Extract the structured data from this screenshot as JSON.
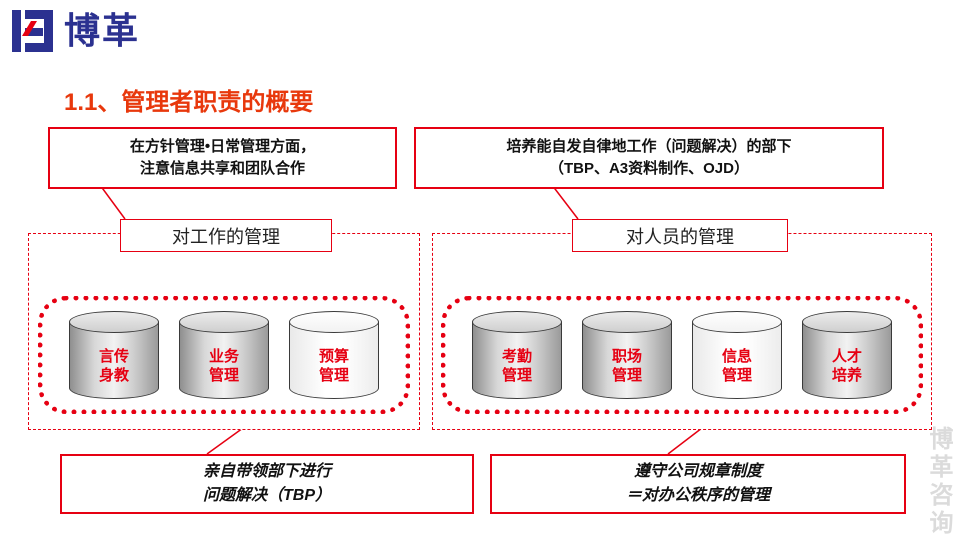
{
  "colors": {
    "red": "#e60012",
    "title": "#e8380c",
    "logo_blue": "#2b3190"
  },
  "logo": {
    "text": "博革"
  },
  "title": "1.1、管理者职责的概要",
  "top_callouts": {
    "left": "在方针管理•日常管理方面，\n注意信息共享和团队合作",
    "right": "培养能自发自律地工作（问题解决）的部下\n（TBP、A3资料制作、OJD）"
  },
  "groups": [
    {
      "header": "对工作的管理",
      "cylinders": [
        {
          "label": "言传\n身教"
        },
        {
          "label": "业务\n管理"
        },
        {
          "label": "预算\n管理"
        }
      ]
    },
    {
      "header": "对人员的管理",
      "cylinders": [
        {
          "label": "考勤\n管理"
        },
        {
          "label": "职场\n管理"
        },
        {
          "label": "信息\n管理"
        },
        {
          "label": "人才\n培养"
        }
      ]
    }
  ],
  "bottom_callouts": {
    "left": "亲自带领部下进行\n问题解决（TBP）",
    "right": "遵守公司规章制度\n＝对办公秩序的管理"
  },
  "watermark": "博革咨询"
}
